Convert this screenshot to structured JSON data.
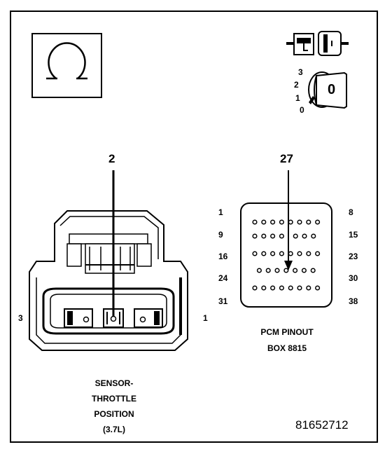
{
  "ignition_key": {
    "positions": [
      "3",
      "2",
      "1",
      "0"
    ],
    "key_label": "0"
  },
  "connector_left": {
    "callout_pin": "2",
    "side_pin_left": "3",
    "side_pin_right": "1",
    "caption": [
      "SENSOR-",
      "THROTTLE",
      "POSITION",
      "(3.7L)"
    ]
  },
  "connector_right": {
    "callout_pin": "27",
    "row_start_labels": [
      "1",
      "9",
      "16",
      "24",
      "31"
    ],
    "row_end_labels": [
      "8",
      "15",
      "23",
      "30",
      "38"
    ],
    "caption": [
      "PCM PINOUT",
      "BOX 8815"
    ]
  },
  "figure_number": "81652712"
}
